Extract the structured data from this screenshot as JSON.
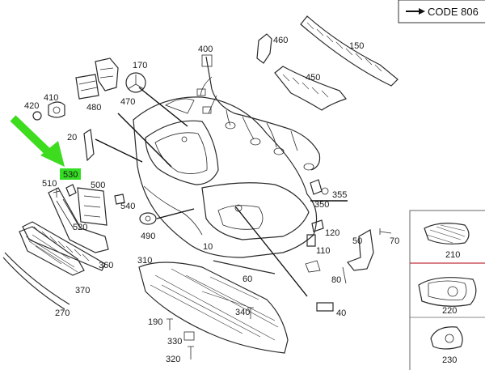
{
  "header": {
    "code_text": "CODE 806",
    "arrow_icon": "right-arrow-icon"
  },
  "highlight": {
    "label": "530",
    "color": "#33dd22",
    "pointer_color": "#3ddc1e"
  },
  "callouts": {
    "p10": "10",
    "p20": "20",
    "p40": "40",
    "p50": "50",
    "p60": "60",
    "p70": "70",
    "p80": "80",
    "p110": "110",
    "p120": "120",
    "p150": "150",
    "p170": "170",
    "p190": "190",
    "p210": "210",
    "p220": "220",
    "p230": "230",
    "p270": "270",
    "p310": "310",
    "p320": "320",
    "p330": "330",
    "p340": "340",
    "p350": "350",
    "p355": "355",
    "p360": "360",
    "p370": "370",
    "p400": "400",
    "p410": "410",
    "p420": "420",
    "p450": "450",
    "p460": "460",
    "p470": "470",
    "p480": "480",
    "p490": "490",
    "p500": "500",
    "p510": "510",
    "p520": "520",
    "p540": "540"
  },
  "colors": {
    "line": "#2a2a2a",
    "panel_border": "#c0303c",
    "lead_line": "#111111"
  }
}
